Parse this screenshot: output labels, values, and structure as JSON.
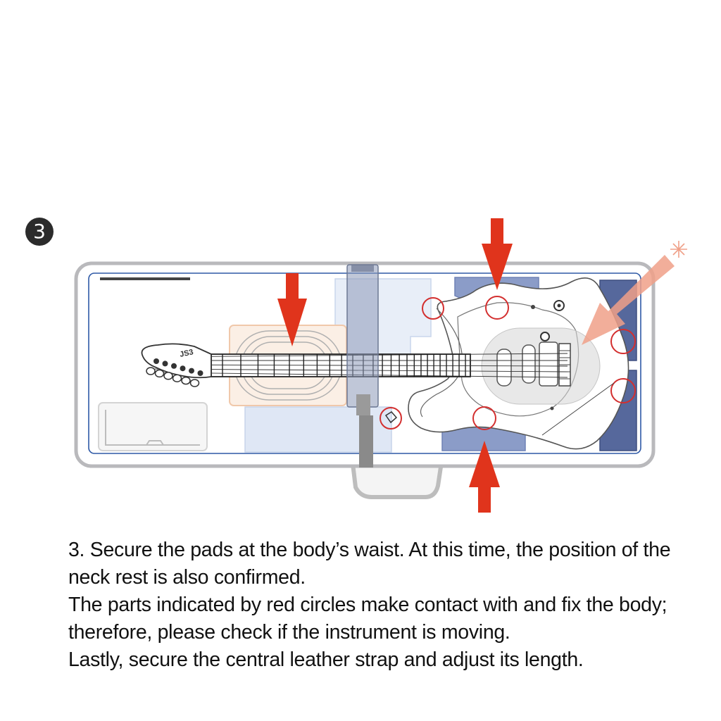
{
  "step": {
    "number": "3"
  },
  "instructions": [
    "3. Secure the pads at the body’s waist. At this time, the position of the neck rest is also confirmed.",
    "The parts indicated by red circles make contact with and fix the body; therefore, please check if the instrument is moving.",
    "Lastly, secure the central leather strap and adjust its length."
  ],
  "colors": {
    "arrow_red": "#e0341c",
    "arrow_light": "#f0a088",
    "circle_red": "#d32f2f",
    "pad_blue": "#8b9cc8",
    "pad_dark_blue": "#56689c",
    "case_border": "#b9b9bc",
    "case_inner": "#2e59a6",
    "panel_light_blue": "#e1e9f6"
  },
  "icons": {
    "corner_mark": "sparkle-icon"
  }
}
